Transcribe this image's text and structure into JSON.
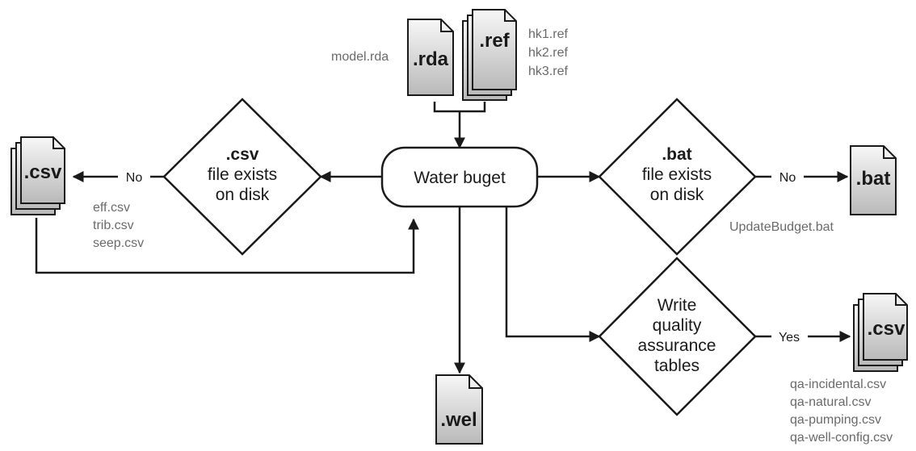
{
  "diagram": {
    "center": {
      "label": "Water buget"
    },
    "inputs": {
      "rda": {
        "ext": ".rda",
        "caption": "model.rda"
      },
      "ref": {
        "ext": ".ref",
        "files": [
          "hk1.ref",
          "hk2.ref",
          "hk3.ref"
        ]
      }
    },
    "decisions": {
      "csv": {
        "line1": ".csv",
        "line2": "file exists",
        "line3": "on disk"
      },
      "bat": {
        "line1": ".bat",
        "line2": "file exists",
        "line3": "on disk"
      },
      "qa": {
        "line1": "Write",
        "line2": "quality",
        "line3": "assurance",
        "line4": "tables"
      }
    },
    "outputs": {
      "csv_in": {
        "ext": ".csv",
        "files": [
          "eff.csv",
          "trib.csv",
          "seep.csv"
        ]
      },
      "bat": {
        "ext": ".bat",
        "caption": "UpdateBudget.bat"
      },
      "qa_csv": {
        "ext": ".csv",
        "files": [
          "qa-incidental.csv",
          "qa-natural.csv",
          "qa-pumping.csv",
          "qa-well-config.csv"
        ]
      },
      "wel": {
        "ext": ".wel"
      }
    },
    "edges": {
      "no": "No",
      "yes": "Yes"
    },
    "colors": {
      "stroke": "#1a1a1a",
      "label": "#6a6a6a",
      "file_fill_light": "#f7f7f7",
      "file_fill_dark": "#b9b9b9"
    }
  }
}
